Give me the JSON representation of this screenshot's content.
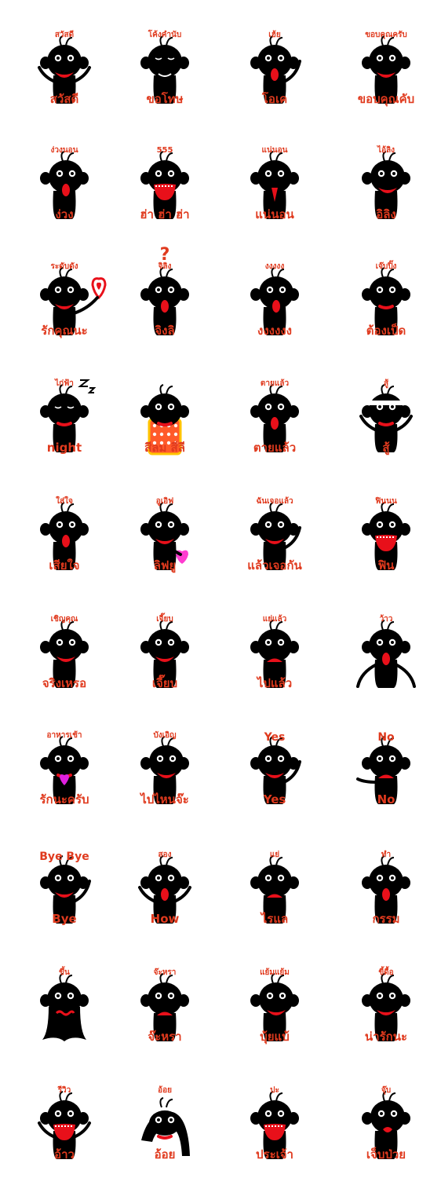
{
  "sheet": {
    "background": "#ffffff",
    "accent_color": "#e03a1e",
    "character_color": "#000000",
    "mouth_color": "#e8101a",
    "columns": 4,
    "rows": 10
  },
  "stickers": [
    {
      "top": "สวัสดี",
      "bottom": "สวัสดี",
      "mouth": "smile",
      "pose": "hands-up"
    },
    {
      "top": "โค้งคำนับ",
      "bottom": "ขอโทษ",
      "mouth": "sleepy",
      "pose": "bow"
    },
    {
      "top": "เฮ้ย",
      "bottom": "โอเค",
      "mouth": "o",
      "pose": "wave"
    },
    {
      "top": "ขอบคุณครับ",
      "bottom": "ขอบคุณคับ",
      "mouth": "smile",
      "pose": "bow"
    },
    {
      "top": "ง่วงนอน",
      "bottom": "ง่วง",
      "mouth": "o",
      "pose": "side"
    },
    {
      "top": "555",
      "bottom": "ฮ่า ฮ่า ฮ่า",
      "mouth": "laugh",
      "pose": "front"
    },
    {
      "top": "แน่นอน",
      "bottom": "แน่นอน",
      "mouth": "beak",
      "pose": "front"
    },
    {
      "top": "ไอ้ลิง",
      "bottom": "อิลิง",
      "mouth": "smile",
      "pose": "side"
    },
    {
      "top": "ระดับดัง",
      "bottom": "รักคุณนะ",
      "mouth": "smile",
      "pose": "heart"
    },
    {
      "top": "จิลิง",
      "bottom": "จิงลิ",
      "mouth": "o",
      "pose": "question"
    },
    {
      "top": "งงงงง",
      "bottom": "งงงงงง",
      "mouth": "o",
      "pose": "side"
    },
    {
      "top": "เจ๊บปิ๊ง",
      "bottom": "ต้องเป็ด",
      "mouth": "flat",
      "pose": "front"
    },
    {
      "top": "ไก่ฟ้า",
      "bottom": "night",
      "mouth": "flat",
      "pose": "sleep"
    },
    {
      "top": "",
      "bottom": "สีลม สีลี",
      "mouth": "flat",
      "pose": "box"
    },
    {
      "top": "ตายแล้ว",
      "bottom": "ตายแล้ว",
      "mouth": "o",
      "pose": "front"
    },
    {
      "top": "สู้",
      "bottom": "สู้",
      "mouth": "flat",
      "pose": "fight"
    },
    {
      "top": "ใส่ใจ",
      "bottom": "เสียใจ",
      "mouth": "o",
      "pose": "side"
    },
    {
      "top": "อูเอิฟ",
      "bottom": "ลิฟยู",
      "mouth": "smile",
      "pose": "gift"
    },
    {
      "top": "ฉันเจอแล้ว",
      "bottom": "แล้วเจอกัน",
      "mouth": "smile",
      "pose": "wave"
    },
    {
      "top": "ฟินนน",
      "bottom": "ฟิน",
      "mouth": "laugh",
      "pose": "front"
    },
    {
      "top": "เชิญคุณ",
      "bottom": "จริงเหรอ",
      "mouth": "smile",
      "pose": "side"
    },
    {
      "top": "เจี๊ยบ",
      "bottom": "เจี๊ยบ",
      "mouth": "smile",
      "pose": "front"
    },
    {
      "top": "แย่แล้ว",
      "bottom": "ไปแล้ว",
      "mouth": "frown",
      "pose": "front"
    },
    {
      "top": "ว้าว",
      "bottom": "",
      "mouth": "o",
      "pose": "wide"
    },
    {
      "top": "อาหารเช้า",
      "bottom": "รักนะครับ",
      "mouth": "flat",
      "pose": "heart-chest"
    },
    {
      "top": "บังเอิญ",
      "bottom": "ไปไหนจ๊ะ",
      "mouth": "smile",
      "pose": "side"
    },
    {
      "top": "Yes",
      "bottom": "Yes",
      "mouth": "smile",
      "pose": "yes"
    },
    {
      "top": "No",
      "bottom": "No",
      "mouth": "frown",
      "pose": "no"
    },
    {
      "top": "Bye Bye",
      "bottom": "Bye",
      "mouth": "smile",
      "pose": "wave"
    },
    {
      "top": "สอง",
      "bottom": "How",
      "mouth": "o",
      "pose": "shrug"
    },
    {
      "top": "แย่",
      "bottom": "ไรแล",
      "mouth": "frown",
      "pose": "front"
    },
    {
      "top": "ทำ",
      "bottom": "กรรม",
      "mouth": "o",
      "pose": "front"
    },
    {
      "top": "ขึ้น",
      "bottom": "",
      "mouth": "wavy",
      "pose": "ghost"
    },
    {
      "top": "จ๊ะหรา",
      "bottom": "จ๊ะหรา",
      "mouth": "frown",
      "pose": "front"
    },
    {
      "top": "แย้มแย้ม",
      "bottom": "บุ้ยแบ้",
      "mouth": "smile",
      "pose": "side"
    },
    {
      "top": "ขี้ดื้อ",
      "bottom": "น่ารักนะ",
      "mouth": "smile",
      "pose": "front"
    },
    {
      "top": "รีวิว",
      "bottom": "อ้าว",
      "mouth": "laugh",
      "pose": "shout"
    },
    {
      "top": "อ้อย",
      "bottom": "อ้อย",
      "mouth": "flat",
      "pose": "lie"
    },
    {
      "top": "ปะ",
      "bottom": "ประเจ้า",
      "mouth": "laugh",
      "pose": "front"
    },
    {
      "top": "จุ๊บ",
      "bottom": "เจ็บป่วย",
      "mouth": "kiss",
      "pose": "side"
    }
  ]
}
